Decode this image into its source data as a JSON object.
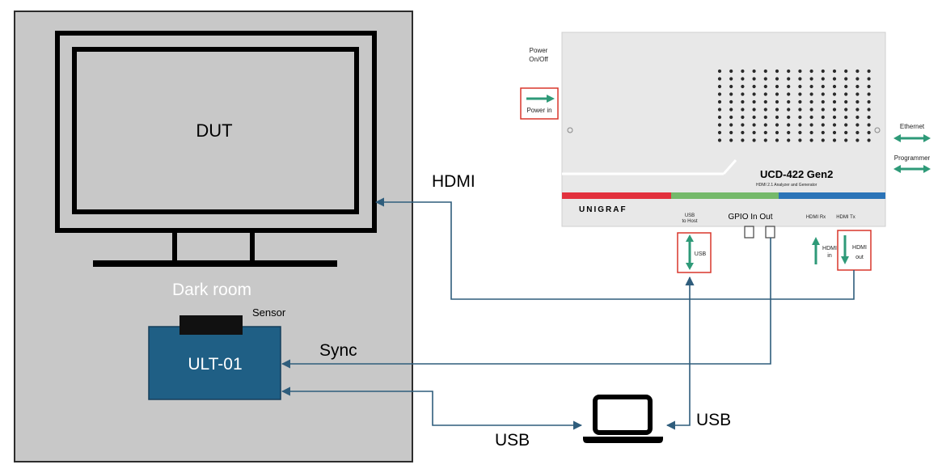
{
  "dark_room": {
    "label": "Dark room",
    "dut_label": "DUT",
    "sensor_label": "Sensor",
    "ult_label": "ULT-01"
  },
  "connections": {
    "hdmi": "HDMI",
    "sync": "Sync",
    "usb_laptop_ult": "USB",
    "usb_laptop_ucd": "USB"
  },
  "ucd": {
    "power_onoff": [
      "Power",
      "On/Off"
    ],
    "power_in": "Power in",
    "ethernet": "Ethernet",
    "programmer": "Programmer",
    "model": "UCD-422 Gen2",
    "subtitle": "HDMI 2.1 Analyzer and Generator",
    "brand": "UNIGRAF",
    "usb_to_host": [
      "USB",
      "to Host"
    ],
    "gpio": "GPIO In Out",
    "hdmi_rx": "HDMI Rx",
    "hdmi_tx": "HDMI Tx",
    "usb_port": "USB",
    "hdmi_in": [
      "HDMI",
      "in"
    ],
    "hdmi_out": [
      "HDMI",
      "out"
    ]
  },
  "colors": {
    "room": "#c8c8c8",
    "ult": "#1f5f85",
    "wire": "#2f5d7c",
    "arrow_green": "#2e9a78",
    "red_port": "#d9362b",
    "stripe_red": "#e2313d",
    "stripe_green": "#74b96a",
    "stripe_blue": "#2b74b8"
  }
}
